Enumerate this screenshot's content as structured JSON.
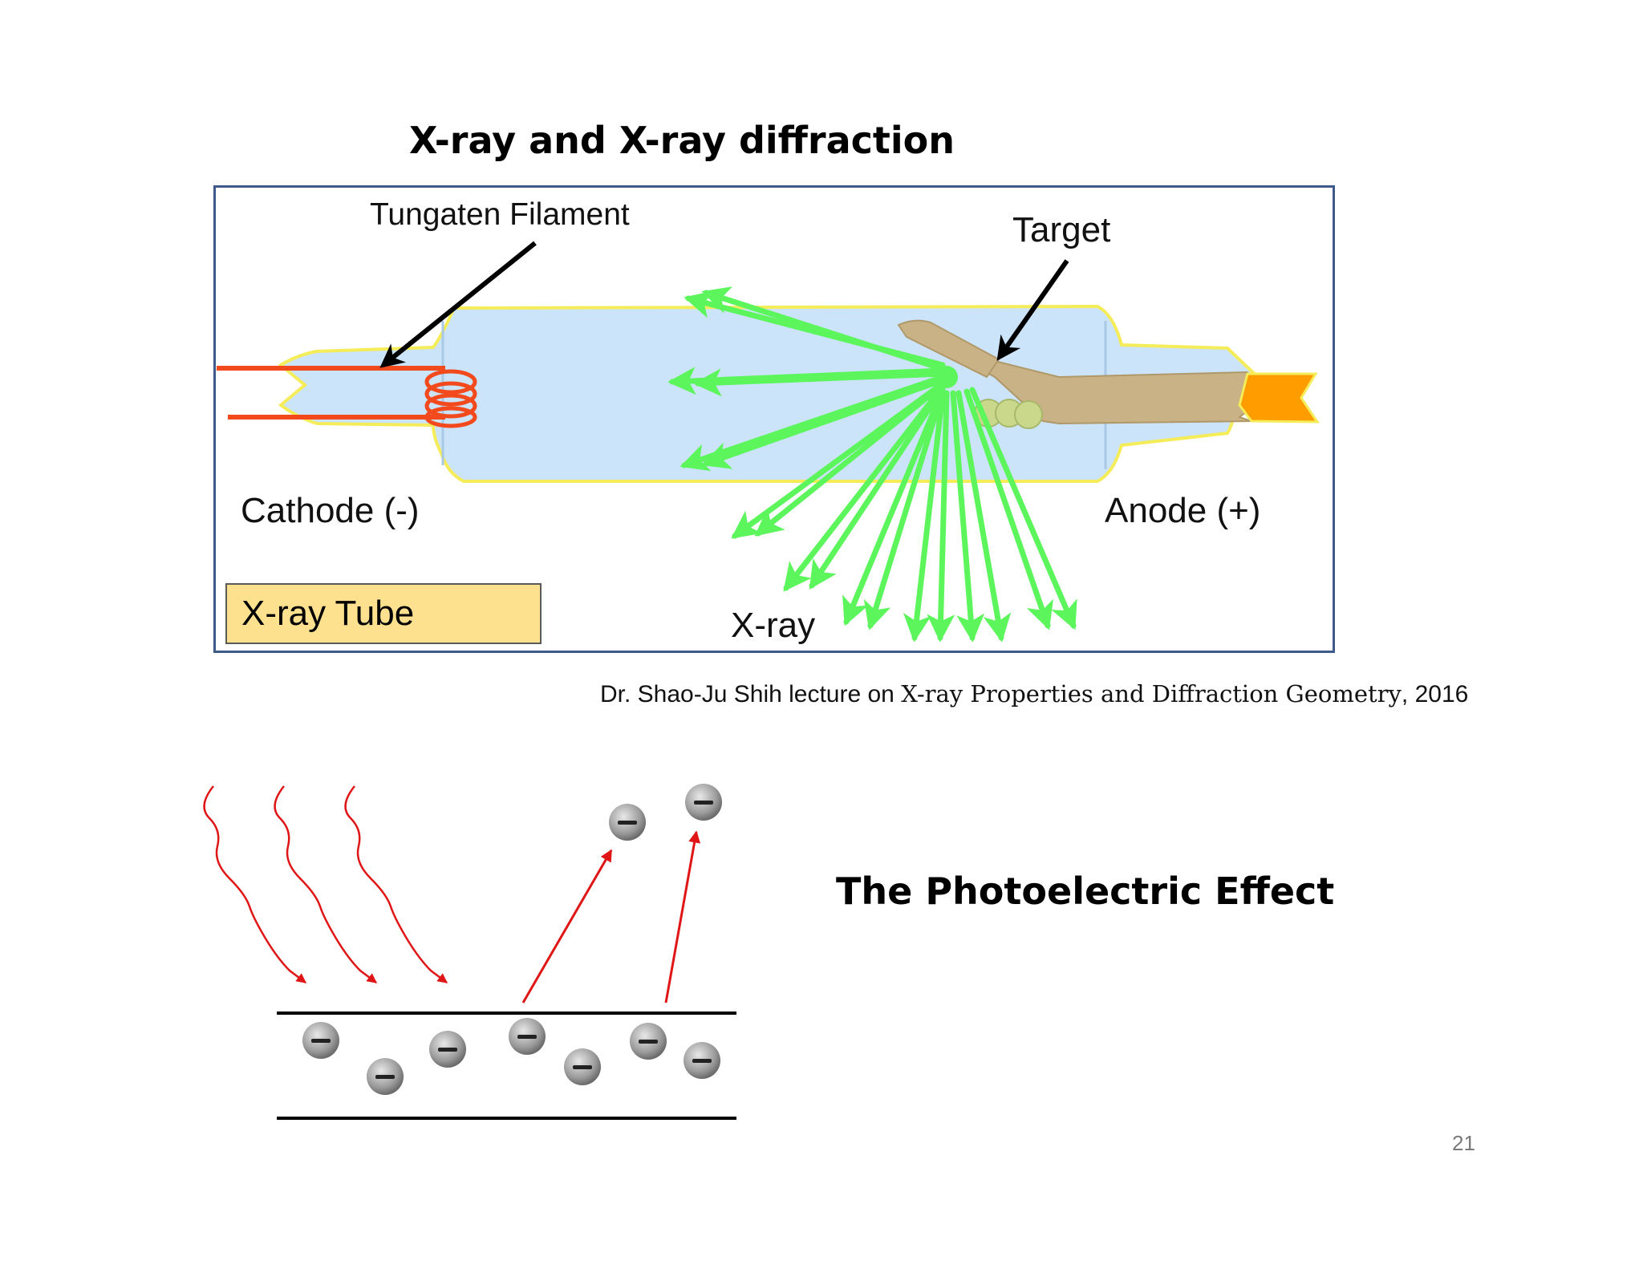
{
  "title": "X-ray and X-ray diffraction",
  "tube": {
    "filament_label": "Tungaten Filament",
    "target_label": "Target",
    "cathode_label": "Cathode (-)",
    "anode_label": "Anode (+)",
    "xray_label": "X-ray",
    "tube_label": "X-ray Tube"
  },
  "credit": {
    "prefix": "Dr. Shao-Ju Shih lecture on ",
    "topic": "X-ray Properties and Diffraction Geometry",
    "suffix": ", 2016"
  },
  "photoelectric": {
    "title": "The Photoelectric Effect",
    "electron_symbol": "−"
  },
  "page_number": "21",
  "colors": {
    "tube_glass": "#cce4fa",
    "tube_outline": "#f5ec5a",
    "filament": "#f24a1c",
    "anode": "#c9b286",
    "anode_tip": "#ff9d00",
    "xray_beam": "#5cf55c",
    "photon": "#e01515",
    "frame": "#3d5a8a",
    "tag_fill": "#fde18f"
  }
}
